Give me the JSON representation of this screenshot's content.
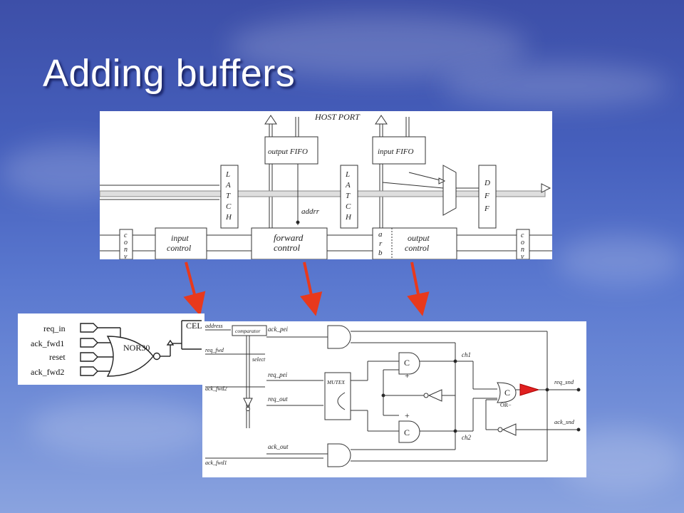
{
  "slide": {
    "title": "Adding buffers"
  },
  "top_diagram": {
    "host_port": "HOST PORT",
    "output_fifo": "output FIFO",
    "input_fifo": "input FIFO",
    "latch": [
      "L",
      "A",
      "T",
      "C",
      "H"
    ],
    "addrr": "addrr",
    "dff": [
      "D",
      "F",
      "F"
    ],
    "conv": [
      "c",
      "o",
      "n",
      "v"
    ],
    "input_control": [
      "input",
      "control"
    ],
    "forward_control": [
      "forward",
      "control"
    ],
    "arb": [
      "a",
      "r",
      "b"
    ],
    "output_control": [
      "output",
      "control"
    ]
  },
  "gate_diagram": {
    "inputs": [
      "req_in",
      "ack_fwd1",
      "reset",
      "ack_fwd2"
    ],
    "gate": "NOR30",
    "cell": "CEL"
  },
  "circuit_diagram": {
    "address": "address",
    "comparator": "comparator",
    "req_fwd": "req_fwd",
    "select": "select",
    "ack_fwd2": "ack_fwd2",
    "ack_fwd1": "ack_fwd1",
    "ack_pei": "ack_pei",
    "req_pei": "req_pei",
    "req_out": "req_out",
    "ack_out": "ack_out",
    "mutex": "MUTEX",
    "c_upper": "C",
    "c_lower": "C",
    "c_right": "C",
    "plus_upper": "+",
    "plus_lower": "+",
    "ch1": "ch1",
    "ch2": "ch2",
    "or_label": "OR−",
    "req_snd": "req_snd",
    "ack_snd": "ack_snd"
  },
  "colors": {
    "arrow": "#e8391c",
    "buffer": "#e02020"
  }
}
